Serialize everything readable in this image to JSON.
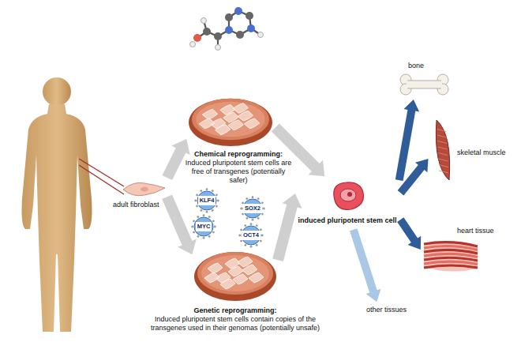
{
  "diagram": {
    "nodes": [
      {
        "text": [
          "adult fibroblast"
        ]
      },
      {
        "text": [
          "Chemical reprogramming:",
          "Induced pluripotent stem cells are free of transgenes (potentially safer)"
        ]
      },
      {
        "text": [
          "Genetic reprogramming:",
          "Induced pluripotent stem cells contain copies of the transgenes used in their genomas (potentially unsafe)"
        ]
      },
      {
        "text": [
          "KLF4"
        ],
        "in": 2
      },
      {
        "text": [
          "SOX2"
        ],
        "in": 2
      },
      {
        "text": [
          "MYC"
        ],
        "in": 2
      },
      {
        "text": [
          "OCT4"
        ],
        "in": 2
      },
      {
        "text": [
          "induced pluripotent stem cell"
        ]
      },
      {
        "text": [
          "bone"
        ]
      },
      {
        "text": [
          "skeletal muscle"
        ]
      },
      {
        "text": [
          "heart tissue"
        ]
      },
      {
        "text": [
          "other tissues"
        ]
      }
    ],
    "edges": [
      {
        "from": 0,
        "to": 1,
        "arrow": "to"
      },
      {
        "from": 0,
        "to": 2,
        "arrow": "to"
      },
      {
        "from": 1,
        "to": 7,
        "arrow": "to"
      },
      {
        "from": 2,
        "to": 7,
        "arrow": "to"
      },
      {
        "from": 7,
        "to": 8,
        "arrow": "to"
      },
      {
        "from": 7,
        "to": 9,
        "arrow": "to"
      },
      {
        "from": 7,
        "to": 10,
        "arrow": "to"
      },
      {
        "from": 7,
        "to": 11,
        "arrow": "to"
      }
    ]
  }
}
